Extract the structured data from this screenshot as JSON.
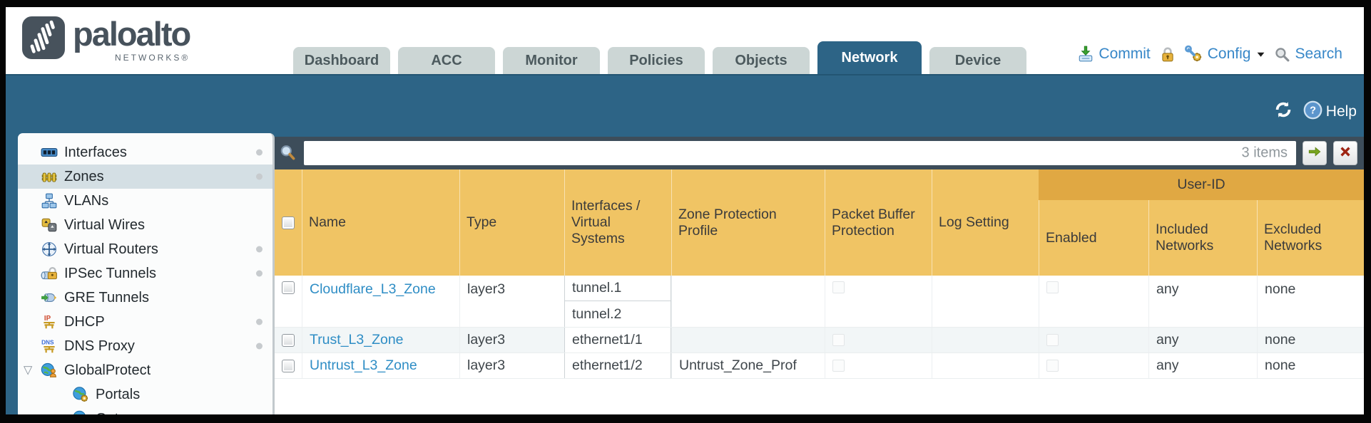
{
  "brand": {
    "name": "paloalto",
    "sub": "NETWORKS®"
  },
  "nav": {
    "tabs": [
      {
        "label": "Dashboard",
        "active": false
      },
      {
        "label": "ACC",
        "active": false
      },
      {
        "label": "Monitor",
        "active": false
      },
      {
        "label": "Policies",
        "active": false
      },
      {
        "label": "Objects",
        "active": false
      },
      {
        "label": "Network",
        "active": true
      },
      {
        "label": "Device",
        "active": false
      }
    ],
    "actions": {
      "commit": "Commit",
      "config": "Config",
      "search": "Search"
    }
  },
  "toolbar": {
    "help": "Help"
  },
  "filter": {
    "value": "",
    "count": "3 items"
  },
  "sidebar": {
    "items": [
      {
        "label": "Interfaces",
        "icon": "interfaces-icon",
        "dot": true,
        "selected": false,
        "indent": false,
        "expander": false
      },
      {
        "label": "Zones",
        "icon": "zones-icon",
        "dot": true,
        "selected": true,
        "indent": false,
        "expander": false
      },
      {
        "label": "VLANs",
        "icon": "vlans-icon",
        "dot": false,
        "selected": false,
        "indent": false,
        "expander": false
      },
      {
        "label": "Virtual Wires",
        "icon": "virtual-wires-icon",
        "dot": false,
        "selected": false,
        "indent": false,
        "expander": false
      },
      {
        "label": "Virtual Routers",
        "icon": "virtual-routers-icon",
        "dot": true,
        "selected": false,
        "indent": false,
        "expander": false
      },
      {
        "label": "IPSec Tunnels",
        "icon": "ipsec-tunnels-icon",
        "dot": true,
        "selected": false,
        "indent": false,
        "expander": false
      },
      {
        "label": "GRE Tunnels",
        "icon": "gre-tunnels-icon",
        "dot": false,
        "selected": false,
        "indent": false,
        "expander": false
      },
      {
        "label": "DHCP",
        "icon": "dhcp-icon",
        "dot": true,
        "selected": false,
        "indent": false,
        "expander": false
      },
      {
        "label": "DNS Proxy",
        "icon": "dns-proxy-icon",
        "dot": true,
        "selected": false,
        "indent": false,
        "expander": false
      },
      {
        "label": "GlobalProtect",
        "icon": "globalprotect-icon",
        "dot": false,
        "selected": false,
        "indent": false,
        "expander": true
      },
      {
        "label": "Portals",
        "icon": "portals-icon",
        "dot": false,
        "selected": false,
        "indent": true,
        "expander": false
      },
      {
        "label": "Gateways",
        "icon": "gateways-icon",
        "dot": false,
        "selected": false,
        "indent": true,
        "expander": false
      }
    ]
  },
  "table": {
    "group_header": "User-ID",
    "columns": [
      "Name",
      "Type",
      "Interfaces / Virtual Systems",
      "Zone Protection Profile",
      "Packet Buffer Protection",
      "Log Setting",
      "Enabled",
      "Included Networks",
      "Excluded Networks"
    ],
    "rows": [
      {
        "name": "Cloudflare_L3_Zone",
        "type": "layer3",
        "interfaces": [
          "tunnel.1",
          "tunnel.2"
        ],
        "zone_protection_profile": "",
        "log_setting": "",
        "included_networks": "any",
        "excluded_networks": "none"
      },
      {
        "name": "Trust_L3_Zone",
        "type": "layer3",
        "interfaces": [
          "ethernet1/1"
        ],
        "zone_protection_profile": "",
        "log_setting": "",
        "included_networks": "any",
        "excluded_networks": "none"
      },
      {
        "name": "Untrust_L3_Zone",
        "type": "layer3",
        "interfaces": [
          "ethernet1/2"
        ],
        "zone_protection_profile": "Untrust_Zone_Prof",
        "log_setting": "",
        "included_networks": "any",
        "excluded_networks": "none"
      }
    ]
  },
  "colors": {
    "teal": "#2d6486",
    "slate": "#3d4d5a",
    "amber": "#f0c464",
    "amber-dark": "#e0a843",
    "link": "#2e8dc5",
    "action-blue": "#3787c8",
    "tab-inactive": "#ccd6d5",
    "selected-row": "#d4dfe4"
  }
}
